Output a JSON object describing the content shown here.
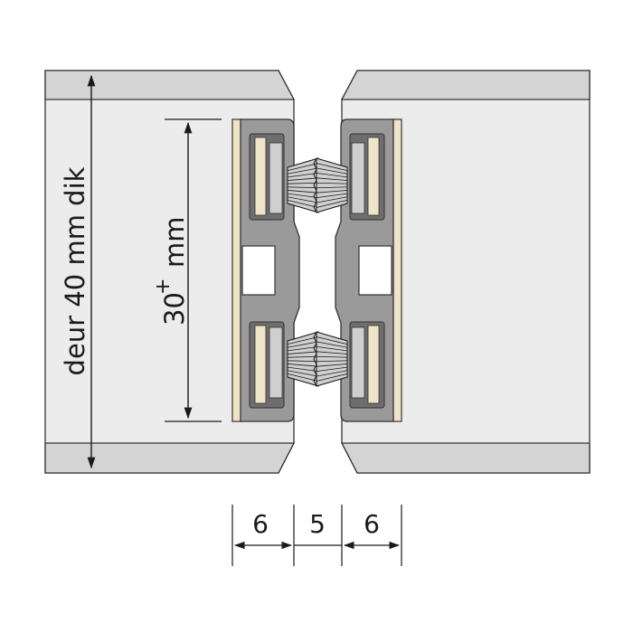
{
  "diagram": {
    "door_thickness_label": "deur 40 mm dik",
    "profile_height_value": "30",
    "profile_height_sup": "+",
    "profile_height_unit": "mm",
    "widths": [
      "6",
      "5",
      "6"
    ]
  },
  "colors": {
    "door_fill": "#ececec",
    "door_edge_fill": "#d4d4d4",
    "profile_fill": "#9a9a9a",
    "profile_dark": "#6e6e6e",
    "strip_fill": "#efe4c8",
    "brush_fill": "#cfcfcf",
    "line": "#1a1a1a"
  }
}
